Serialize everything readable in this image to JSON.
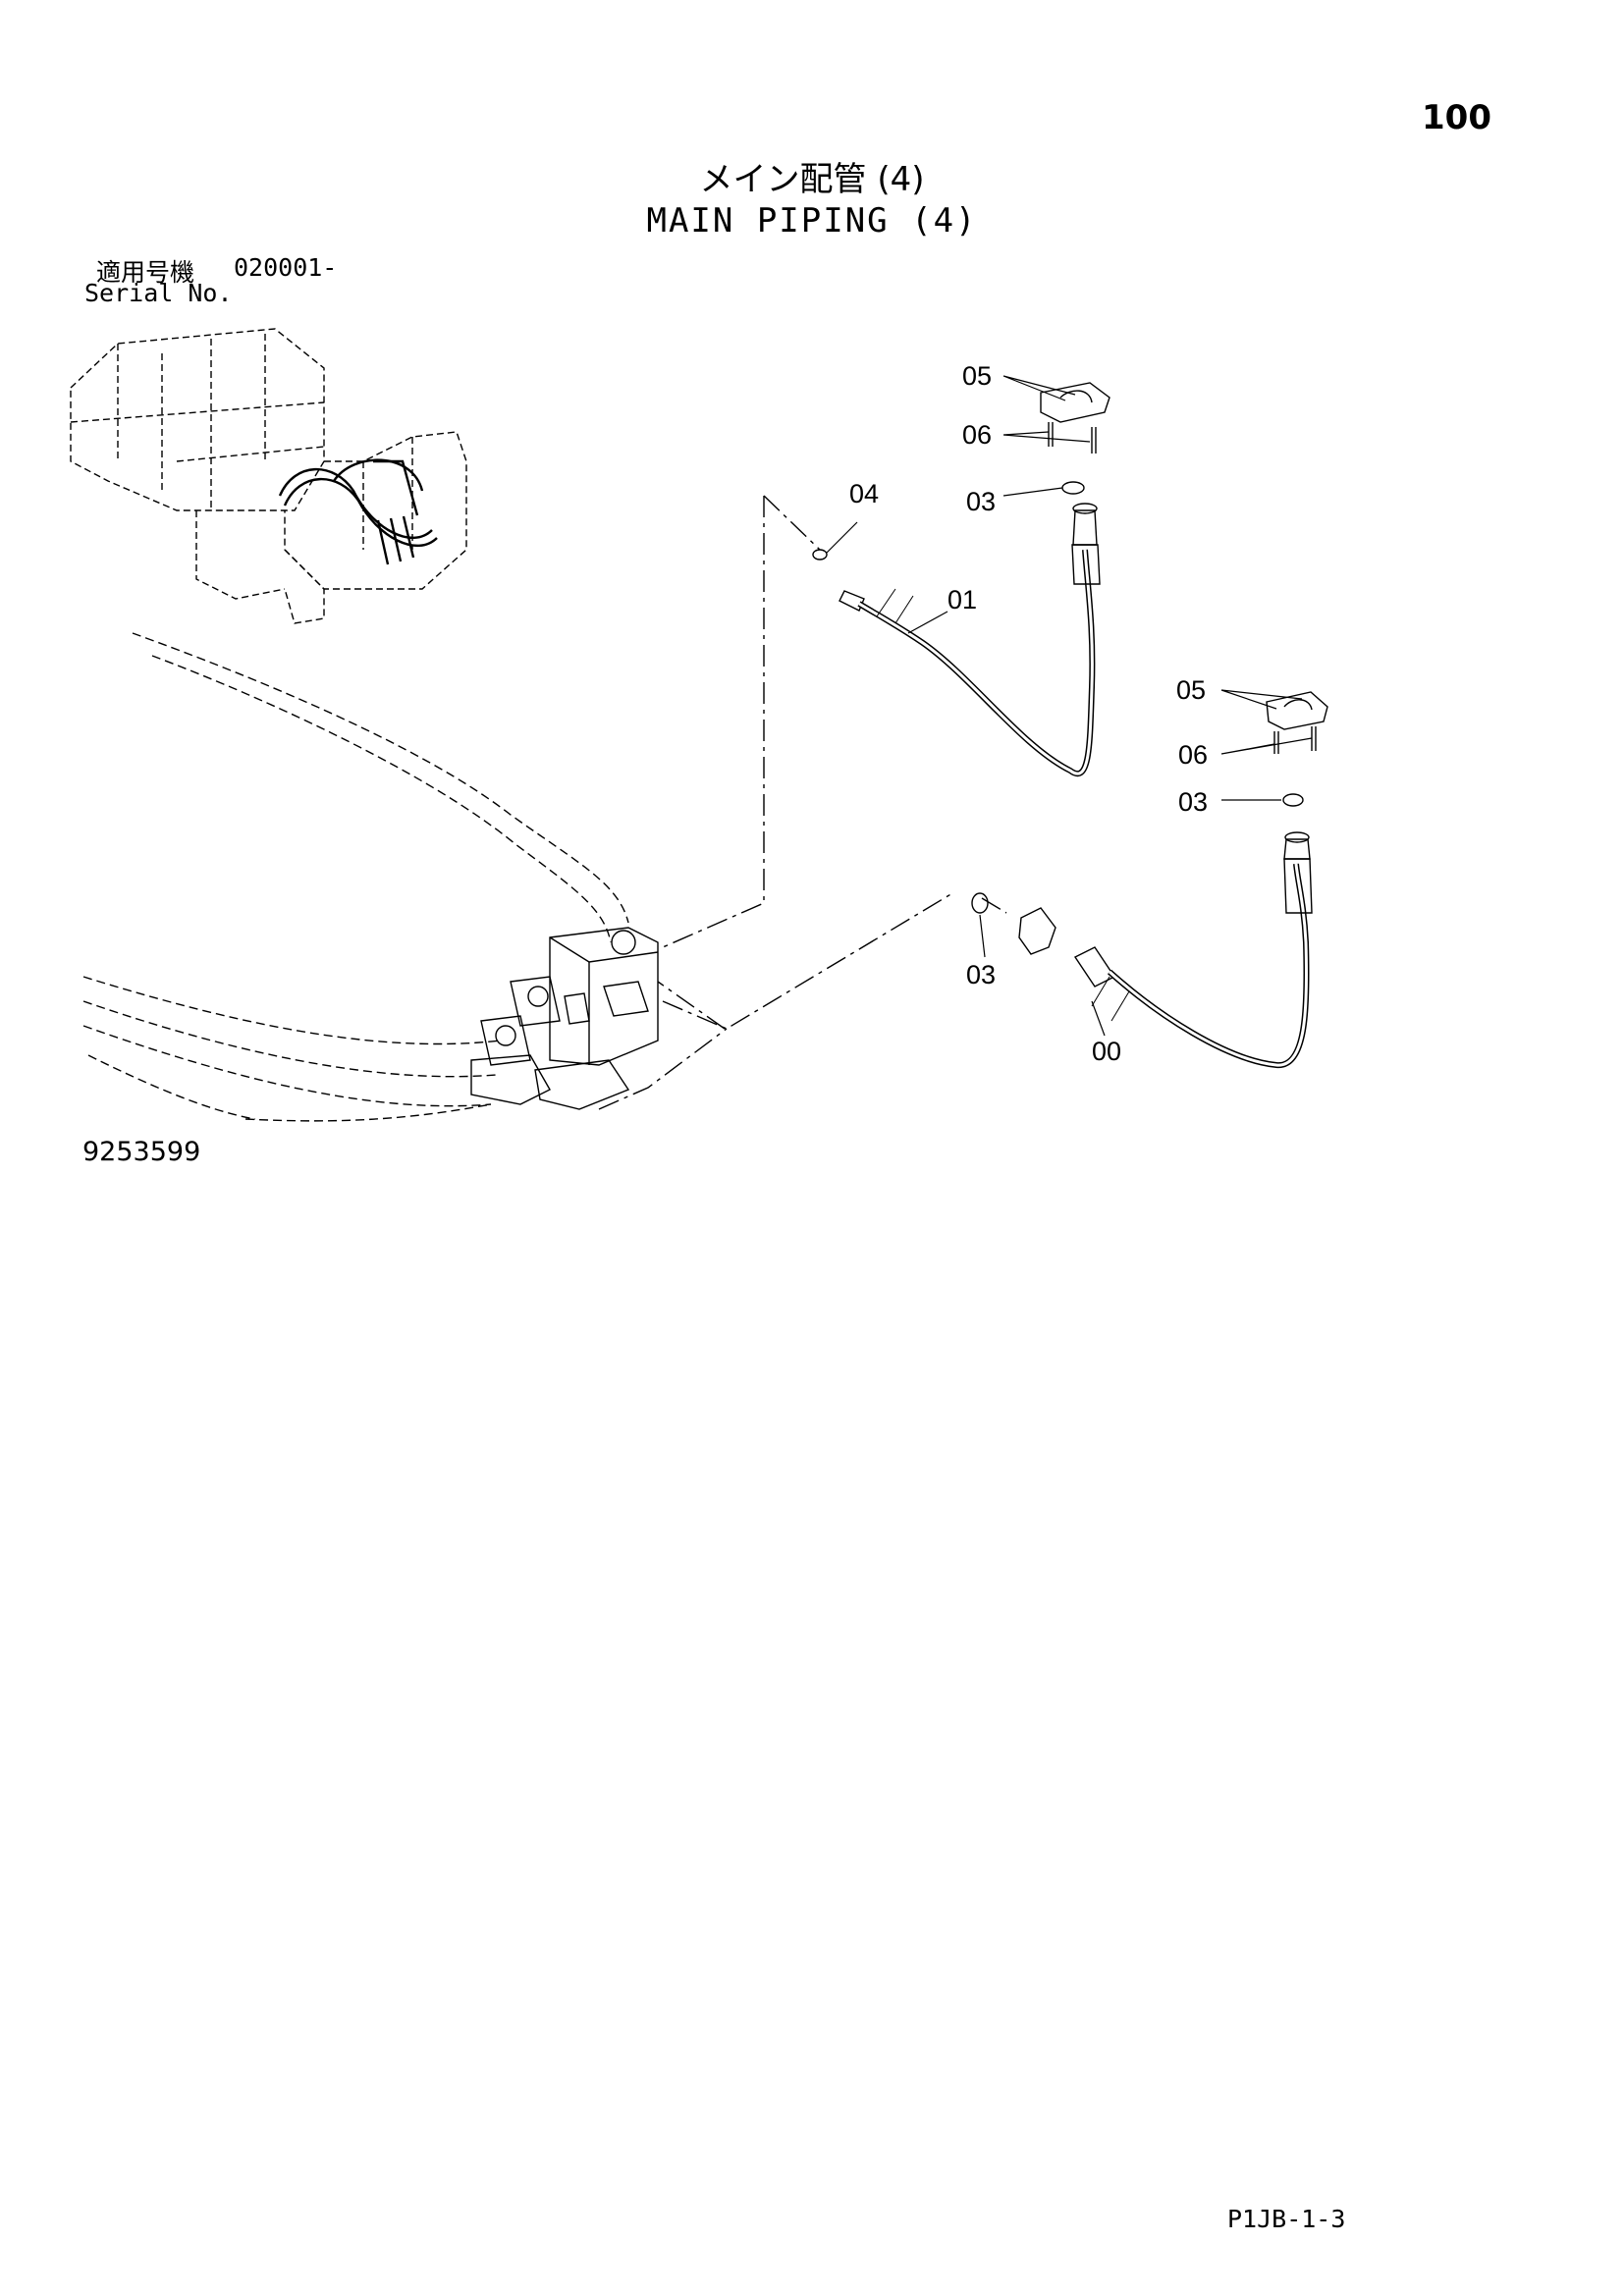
{
  "header": {
    "page_number": "100",
    "title_jp": "メイン配管 (4)",
    "title_en": "MAIN PIPING (4)"
  },
  "serial": {
    "label_jp": "適用号機",
    "value": "020001-",
    "label_en": "Serial No."
  },
  "callouts": {
    "c05_top": "05",
    "c06_top": "06",
    "c03_top": "03",
    "c04": "04",
    "c01": "01",
    "c05_right": "05",
    "c06_right": "06",
    "c03_right": "03",
    "c03_lower": "03",
    "c00": "00"
  },
  "footer": {
    "drawing_number": "9253599",
    "page_code": "P1JB-1-3"
  }
}
